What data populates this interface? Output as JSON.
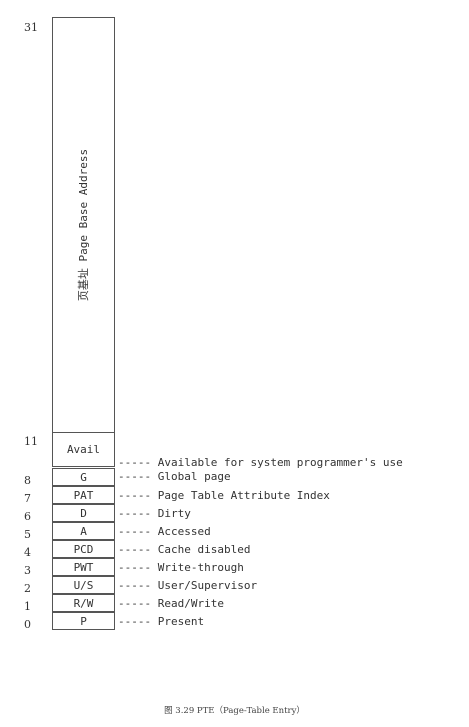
{
  "diagram": {
    "bit_labels": {
      "top": "31",
      "avail_start": "11",
      "g": "8",
      "pat": "7",
      "d": "6",
      "a": "5",
      "pcd": "4",
      "pwt": "3",
      "us": "2",
      "rw": "1",
      "p": "0"
    },
    "page_base_address_label": "页基址 Page Base Address",
    "fields": [
      {
        "id": "avail",
        "label": "Avail",
        "description": "----- Available for system programmer's use"
      },
      {
        "id": "g",
        "label": "G",
        "description": "----- Global page"
      },
      {
        "id": "pat",
        "label": "PAT",
        "description": "----- Page Table Attribute Index"
      },
      {
        "id": "d",
        "label": "D",
        "description": "----- Dirty"
      },
      {
        "id": "a",
        "label": "A",
        "description": "----- Accessed"
      },
      {
        "id": "pcd",
        "label": "PCD",
        "description": "----- Cache disabled"
      },
      {
        "id": "pwt",
        "label": "PWT",
        "description": "----- Write-through"
      },
      {
        "id": "us",
        "label": "U/S",
        "description": "----- User/Supervisor"
      },
      {
        "id": "rw",
        "label": "R/W",
        "description": "----- Read/Write"
      },
      {
        "id": "p",
        "label": "P",
        "description": "----- Present"
      }
    ],
    "caption": "图 3.29  PTE（Page-Table Entry）"
  }
}
